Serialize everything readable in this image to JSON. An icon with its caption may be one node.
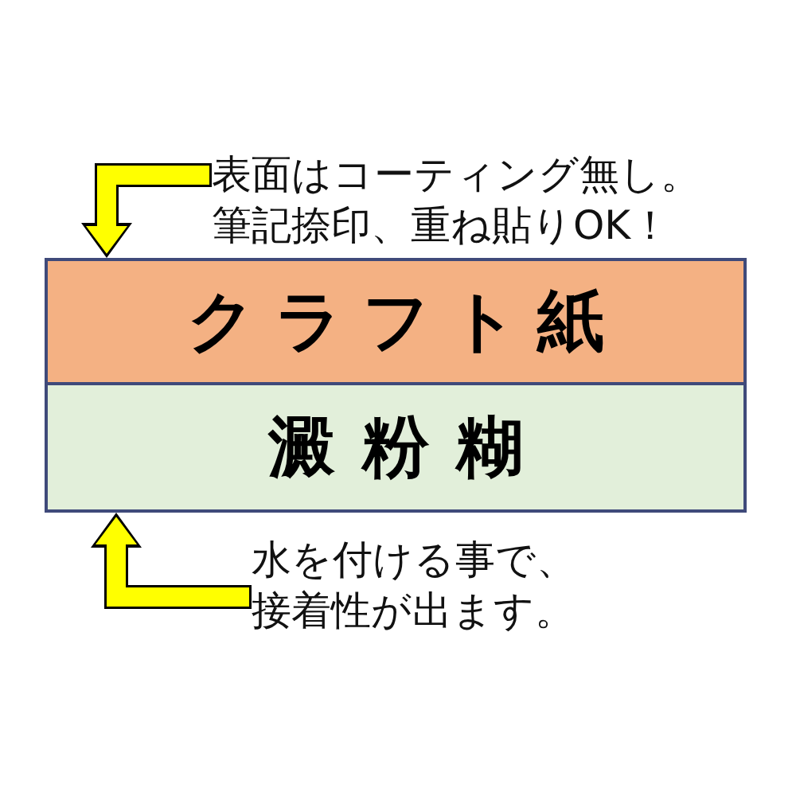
{
  "diagram": {
    "nodes": [
      {
        "text": [
          "表面はコーティング無し。筆記捺印、重ね貼りOK！"
        ]
      },
      {
        "text": [
          "クラフト紙"
        ]
      },
      {
        "text": [
          "澱粉糊"
        ]
      },
      {
        "text": [
          "水を付ける事で、接着性が出ます。"
        ]
      }
    ],
    "edges": [
      {
        "from": 0,
        "to": 1,
        "arrow": "to"
      },
      {
        "from": 3,
        "to": 2,
        "arrow": "to"
      }
    ]
  }
}
